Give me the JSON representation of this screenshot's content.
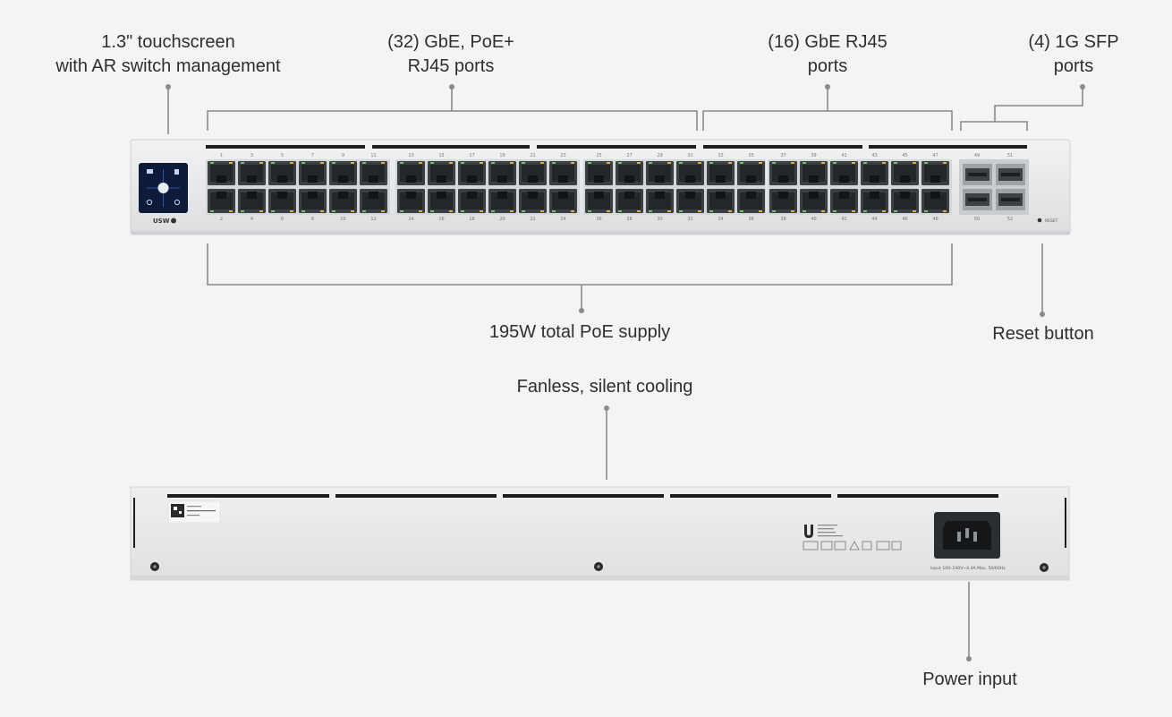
{
  "callouts": {
    "touchscreen": [
      "1.3\" touchscreen",
      "with AR switch management"
    ],
    "poe_ports": [
      "(32) GbE, PoE+",
      "RJ45 ports"
    ],
    "gbe_ports": [
      "(16) GbE RJ45",
      "ports"
    ],
    "sfp_ports": [
      "(4) 1G SFP",
      "ports"
    ],
    "poe_supply": "195W total PoE supply",
    "reset": "Reset button",
    "cooling": "Fanless, silent cooling",
    "power": "Power input"
  },
  "front_panel": {
    "brand_label": "USW",
    "reset_label": "RESET",
    "top_port_numbers": [
      "1",
      "3",
      "5",
      "7",
      "9",
      "11",
      "13",
      "15",
      "17",
      "19",
      "21",
      "23",
      "25",
      "27",
      "29",
      "31",
      "33",
      "35",
      "37",
      "39",
      "41",
      "43",
      "45",
      "47"
    ],
    "bottom_port_numbers": [
      "2",
      "4",
      "6",
      "8",
      "10",
      "12",
      "14",
      "16",
      "18",
      "20",
      "22",
      "24",
      "26",
      "28",
      "30",
      "32",
      "34",
      "36",
      "38",
      "40",
      "42",
      "44",
      "46",
      "48"
    ],
    "sfp_top_numbers": [
      "49",
      "51"
    ],
    "sfp_bottom_numbers": [
      "50",
      "52"
    ]
  },
  "rear_panel": {
    "power_rating": "Input 100–240V~4.4A Max, 50/60Hz"
  },
  "colors": {
    "chassis": "#e6e7e9",
    "chassis_edge": "#cfd1d4",
    "port_dark": "#2f3438",
    "leader": "#8a8a8a",
    "screen": "#0d1a3a"
  }
}
